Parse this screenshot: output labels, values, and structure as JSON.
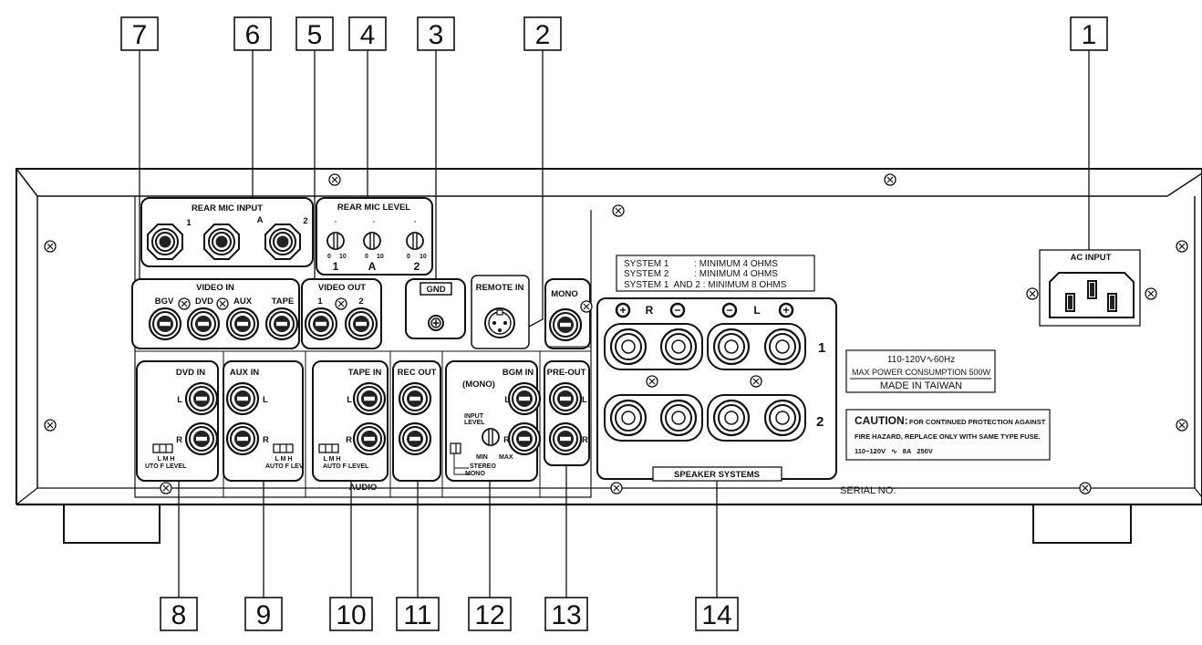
{
  "callouts": [
    "1",
    "2",
    "3",
    "4",
    "5",
    "6",
    "7",
    "8",
    "9",
    "10",
    "11",
    "12",
    "13",
    "14"
  ],
  "labels": {
    "rear_mic_input": "REAR MIC INPUT",
    "rear_mic_level": "REAR MIC LEVEL",
    "mic_1": "1",
    "mic_a": "A",
    "mic_2": "2",
    "level_scale_min": "0",
    "level_scale_max": "10",
    "level_dash": "-",
    "video_in": "VIDEO IN",
    "bgv": "BGV",
    "dvd": "DVD",
    "aux": "AUX",
    "tape": "TAPE",
    "video_out": "VIDEO OUT",
    "vout_1": "1",
    "vout_2": "2",
    "gnd": "GND",
    "remote_in": "REMOTE IN",
    "mono": "MONO",
    "ac_input": "AC INPUT",
    "sys1": "SYSTEM 1          : MINIMUM 4 OHMS",
    "sys2": "SYSTEM 2          : MINIMUM 4 OHMS",
    "sys12": "SYSTEM 1  AND 2 : MINIMUM 8 OHMS",
    "spk_plus": "+",
    "spk_minus": "−",
    "spk_r": "R",
    "spk_l": "L",
    "spk_row1": "1",
    "spk_row2": "2",
    "speaker_systems": "SPEAKER SYSTEMS",
    "dvd_in": "DVD IN",
    "aux_in": "AUX IN",
    "tape_in": "TAPE IN",
    "rec_out": "REC OUT",
    "bgm_in": "BGM IN",
    "mono_paren": "(MONO)",
    "pre_out": "PRE-OUT",
    "ch_l": "L",
    "ch_r": "R",
    "lmh": "L  M  H",
    "auto_f_level_dvd": "UTO  F  LEVEL",
    "auto_f_level": "AUTO  F  LEV",
    "auto_f_level_tape": "AUTO  F  LEVEL",
    "input_level": "INPUT",
    "input_level2": "LEVEL",
    "min": "MIN",
    "max": "MAX",
    "stereo": "STEREO",
    "mono_sw": "MONO",
    "audio": "AUDIO",
    "power_line1": "110-120V∿60Hz",
    "power_line2": "MAX POWER CONSUMPTION 500W",
    "made_in": "MADE IN TAIWAN",
    "caution_title": "CAUTION:",
    "caution_1": "FOR CONTINUED PROTECTION AGAINST",
    "caution_2": "FIRE HAZARD, REPLACE ONLY WITH SAME TYPE FUSE.",
    "caution_3": "110−120V   ∿   8A   250V",
    "serial": "SERIAL NO:"
  }
}
